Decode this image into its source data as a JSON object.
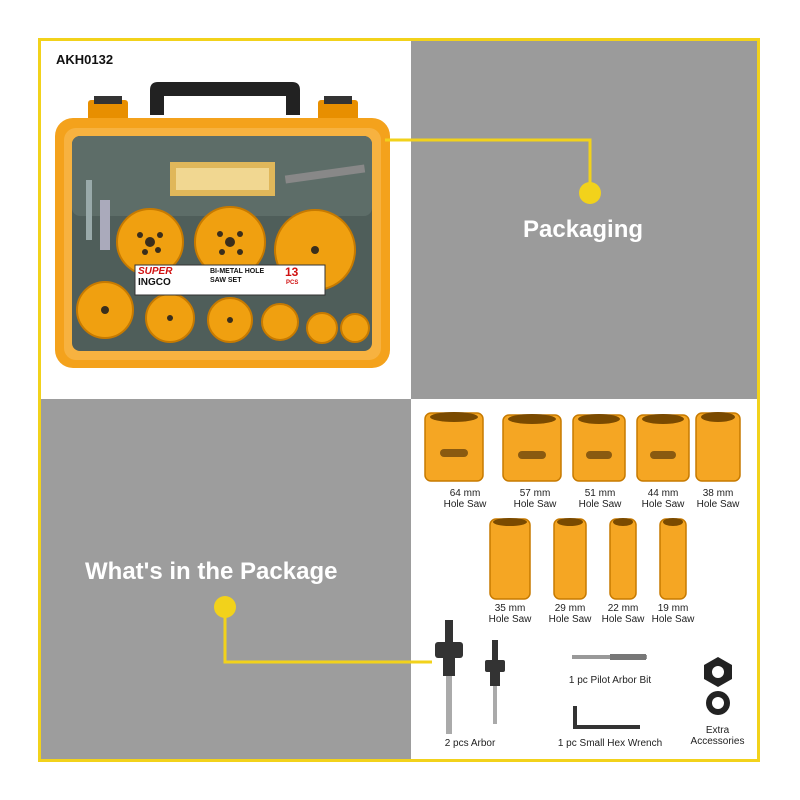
{
  "model_code": "AKH0132",
  "sections": {
    "packaging": "Packaging",
    "contents": "What's in the Package"
  },
  "case_label": {
    "brand_top": "SUPER",
    "brand": "INGCO",
    "product_line1": "BI-METAL HOLE",
    "product_line2": "SAW SET",
    "count": "13",
    "count_unit": "PCS"
  },
  "hole_saws_row1": [
    {
      "size": "64 mm",
      "name": "Hole Saw"
    },
    {
      "size": "57 mm",
      "name": "Hole Saw"
    },
    {
      "size": "51 mm",
      "name": "Hole Saw"
    },
    {
      "size": "44 mm",
      "name": "Hole Saw"
    },
    {
      "size": "38 mm",
      "name": "Hole Saw"
    }
  ],
  "hole_saws_row2": [
    {
      "size": "35 mm",
      "name": "Hole Saw"
    },
    {
      "size": "29 mm",
      "name": "Hole Saw"
    },
    {
      "size": "22 mm",
      "name": "Hole Saw"
    },
    {
      "size": "19 mm",
      "name": "Hole Saw"
    }
  ],
  "saw_brand": "INGCO",
  "accessories": {
    "arbor": "2 pcs Arbor",
    "pilot_bit": "1 pc Pilot Arbor Bit",
    "hex_wrench": "1 pc Small Hex Wrench",
    "extra_line1": "Extra",
    "extra_line2": "Accessories"
  },
  "colors": {
    "accent_yellow": "#f2d21b",
    "tool_orange": "#f5a623",
    "gray_panel": "#9b9b9b"
  }
}
